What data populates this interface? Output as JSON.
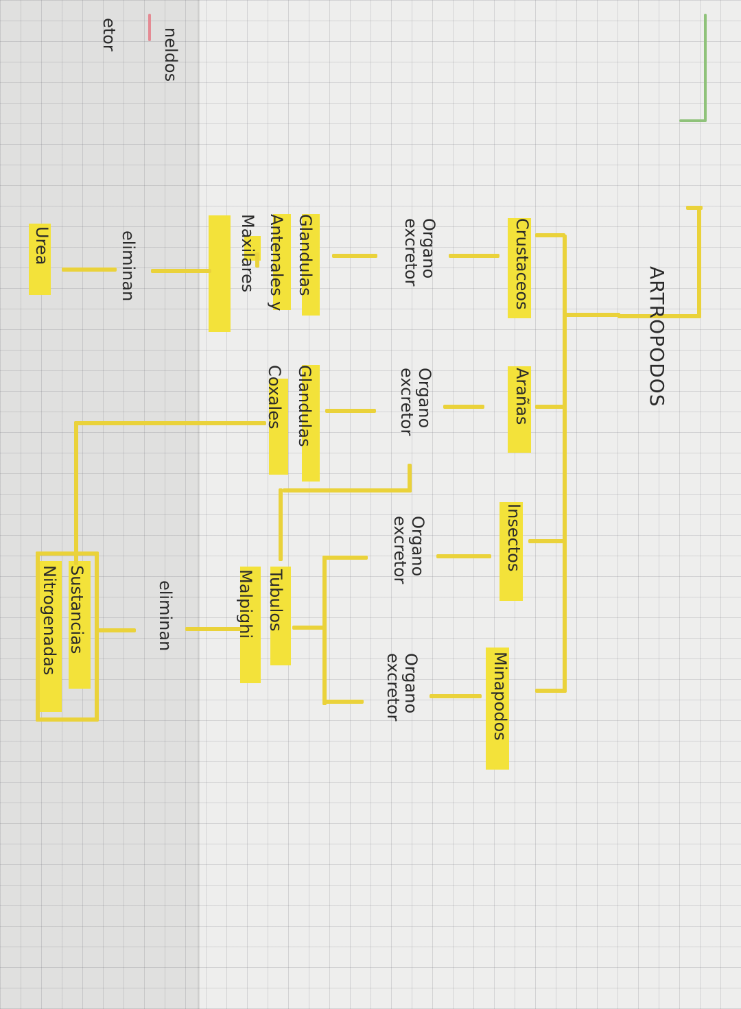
{
  "title": "ARTROPODOS",
  "edge_fragments": [
    "neldos",
    "etor"
  ],
  "branches": [
    {
      "group": "Crustaceos",
      "organ_label": "Organo excretor",
      "organ": "Glandulas Antenales y Maxilares"
    },
    {
      "group": "Arañas",
      "organ_label": "Organo excretor",
      "organ": "Glandulas Coxales"
    },
    {
      "group": "Insectos",
      "organ_label": "Organo excretor",
      "organ": "Tubulos Malpighi"
    },
    {
      "group": "Minapodos",
      "organ_label": "Organo excretor",
      "organ": ""
    }
  ],
  "connectors": [
    "eliminan",
    "eliminan"
  ],
  "outputs": [
    "Urea",
    "Sustancias Nitrogenadas"
  ],
  "colors": {
    "highlight": "#f3e23a",
    "line": "#ead23a",
    "ink": "#2a2a2a",
    "paper": "#eeeeed"
  }
}
